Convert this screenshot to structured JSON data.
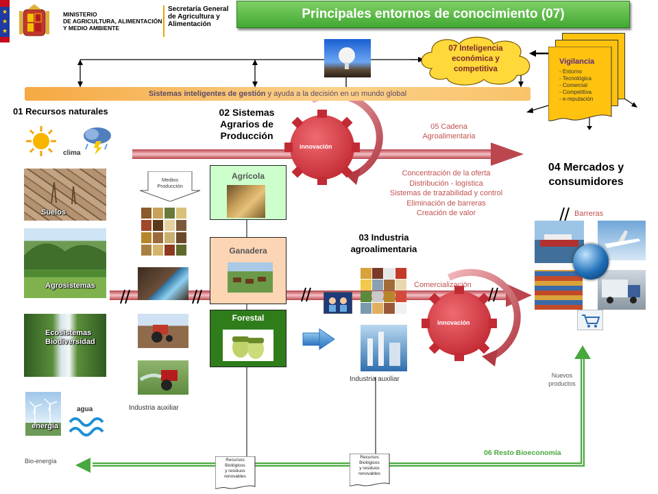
{
  "header": {
    "ministry": [
      "MINISTERIO",
      "DE AGRICULTURA, ALIMENTACIÓN",
      "Y MEDIO AMBIENTE"
    ],
    "secretariat": [
      "Secretaría General",
      "de Agricultura y",
      "Alimentación"
    ],
    "title": "Principales entornos de conocimiento (07)"
  },
  "banner": {
    "bold": "Sistemas inteligentes de gestión",
    "rest": " y ayuda a la decisión en un mundo global"
  },
  "intel": {
    "cloud": "07 Inteligencia económica y competitiva",
    "vigilancia_title": "Vigilancia",
    "vigilancia_items": [
      "- Entorno",
      "- Tecnológica",
      "- Comercial",
      "- Competitiva",
      "- e-reputación"
    ]
  },
  "resources": {
    "title": "01 Recursos naturales",
    "clima": "clima",
    "suelos": "Suelos",
    "agrosistemas": "Agrosistemas",
    "ecosistemas": [
      "Ecosistemas",
      "Biodiversidad"
    ],
    "energia": "energía",
    "agua": "agua",
    "bioenergia": "Bio-energía"
  },
  "agrarian": {
    "title": [
      "02 Sistemas",
      "Agrarios de",
      "Producción"
    ],
    "medios": [
      "Medios",
      "Producción"
    ],
    "agricola": "Agrícola",
    "ganadera": "Ganadera",
    "forestal": "Forestal",
    "industria_auxiliar": "Industria auxiliar"
  },
  "chain": {
    "innovacion": "innovación",
    "cadena": [
      "05 Cadena",
      "Agroalimentaria"
    ],
    "items": [
      "Concentración de la oferta",
      "Distribución - logística",
      "Sistemas de trazabilidad y control",
      "Eliminación de barreras",
      "Creación de valor"
    ]
  },
  "industry": {
    "title": [
      "03 Industria",
      "agroalimentaria"
    ],
    "comercializacion": "Comercialización",
    "auxiliar": "Industria auxiliar"
  },
  "markets": {
    "title": [
      "04 Mercados y",
      "consumidores"
    ],
    "barreras": "Barreras",
    "nuevos": [
      "Nuevos",
      "productos"
    ]
  },
  "bio": {
    "recursos": [
      "Recursos",
      "Biológicos",
      "y residuos",
      "renovables"
    ],
    "resto": "06 Resto Bioeconomía"
  },
  "colors": {
    "title_green": "#4caf3c",
    "banner_orange": "#f7b84a",
    "gear_red": "#d9353e",
    "green_arrow": "#47a83d",
    "dark_red_text": "#c0504d"
  }
}
